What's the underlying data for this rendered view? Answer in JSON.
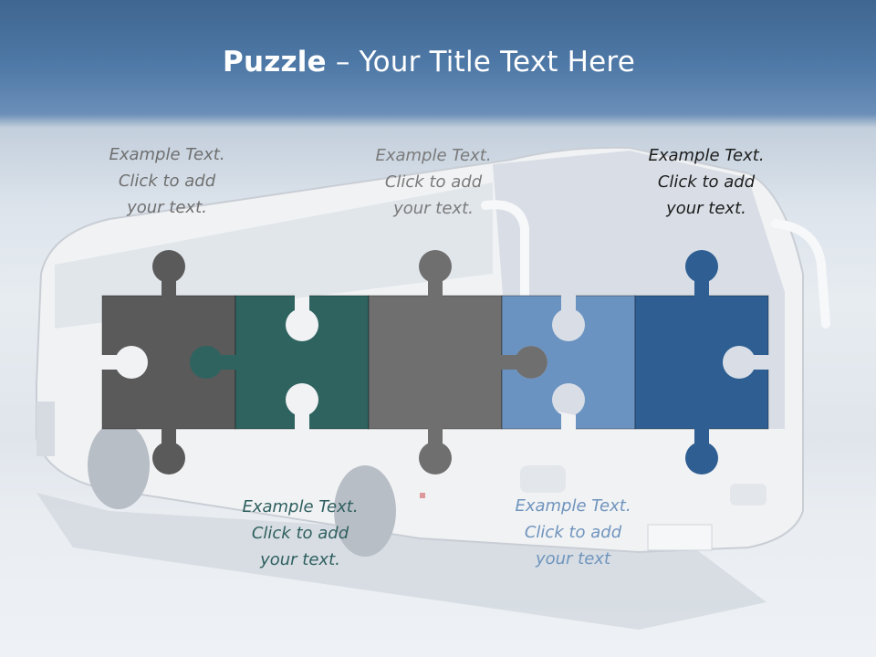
{
  "slide": {
    "title_bold": "Puzzle",
    "title_rest": " – Your Title Text Here"
  },
  "captions": [
    {
      "lines": [
        "Example Text.",
        "Click  to add",
        "your text."
      ],
      "color": "#6f6f6f"
    },
    {
      "lines": [
        "Example Text.",
        "Click  to add",
        "your text."
      ],
      "color": "#2f5f5f"
    },
    {
      "lines": [
        "Example Text.",
        "Click  to add",
        "your text."
      ],
      "color": "#7a7a7a"
    },
    {
      "lines": [
        "Example Text.",
        "Click  to add",
        "your text"
      ],
      "color": "#6f94bd"
    },
    {
      "lines": [
        "Example Text.",
        "Click  to add",
        "your text."
      ],
      "color": "#1c1c1c"
    }
  ],
  "pieces": [
    {
      "name": "piece-1",
      "color": "#5a5a5a"
    },
    {
      "name": "piece-2",
      "color": "#2e6360"
    },
    {
      "name": "piece-3",
      "color": "#6f6f6f"
    },
    {
      "name": "piece-4",
      "color": "#6a93c1"
    },
    {
      "name": "piece-5",
      "color": "#2e5e92"
    }
  ]
}
